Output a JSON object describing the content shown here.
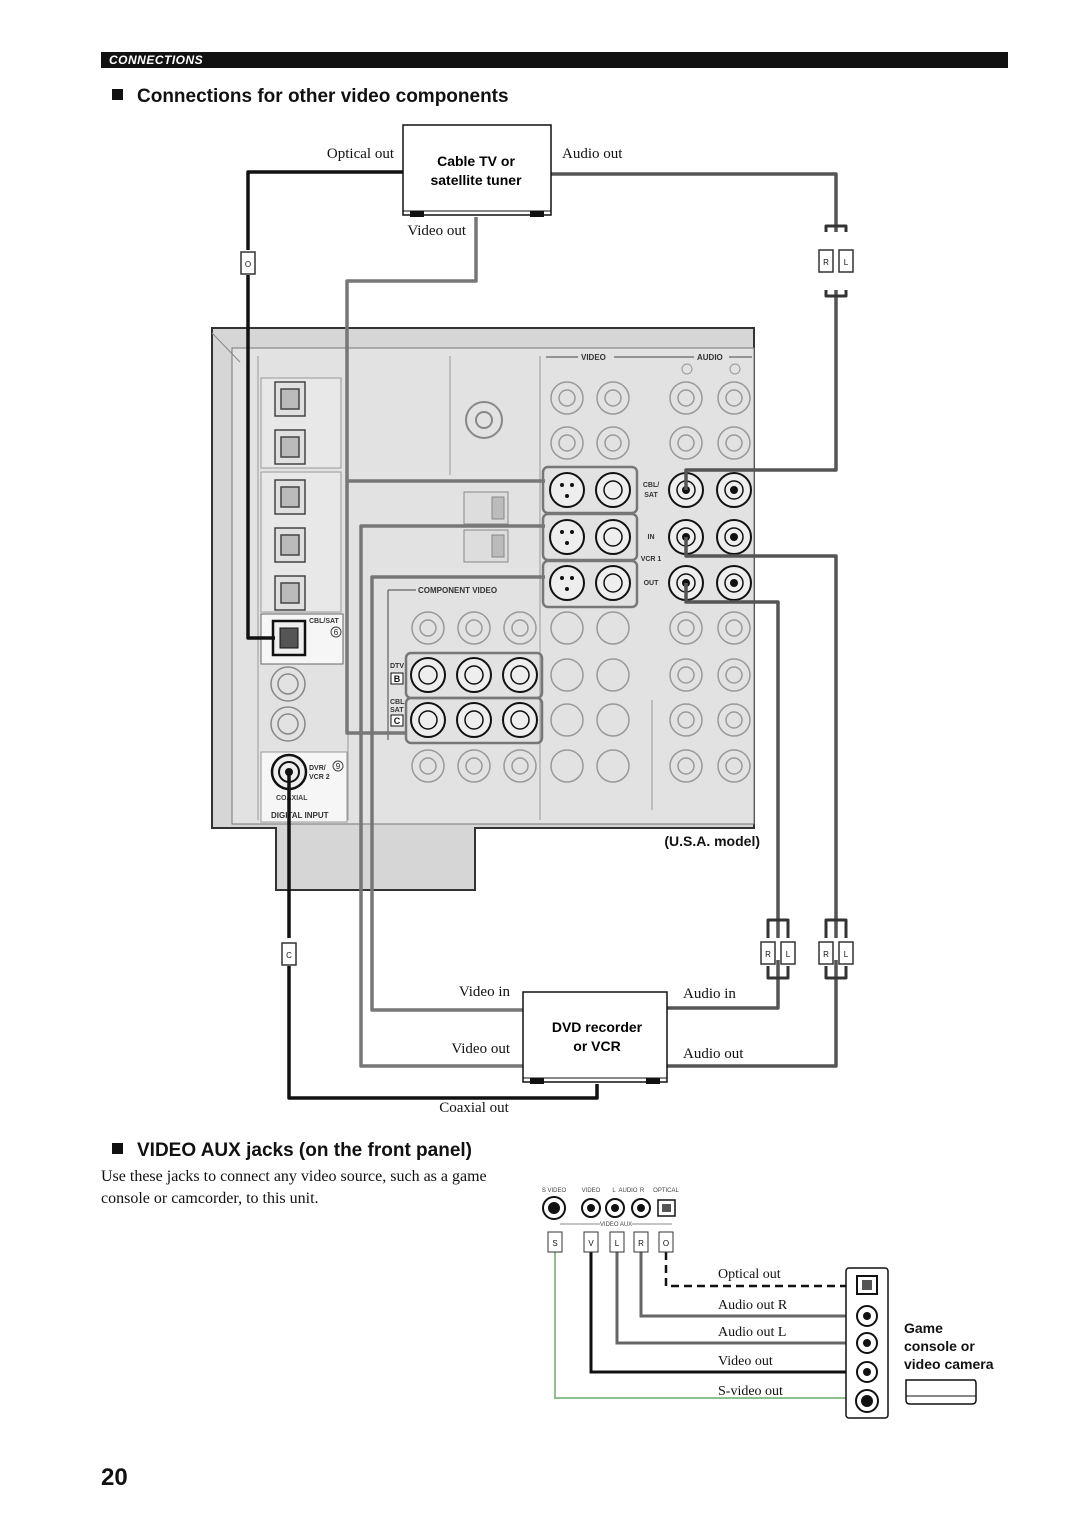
{
  "section_band": "CONNECTIONS",
  "heading_1": "Connections for other video components",
  "heading_2": "VIDEO AUX jacks (on the front panel)",
  "intro_text": "Use these jacks to connect any video source, such as a game console or camcorder, to this unit.",
  "page_number": "20",
  "top_diagram": {
    "device_top": {
      "line1": "Cable TV or",
      "line2": "satellite tuner"
    },
    "optical_out": "Optical out",
    "audio_out": "Audio out",
    "video_out": "Video out",
    "plug_O": "O",
    "plug_R": "R",
    "plug_L": "L",
    "plug_C": "C",
    "model_label": "(U.S.A. model)",
    "panel": {
      "video": "VIDEO",
      "audio": "AUDIO",
      "cbl_sat": "CBL/\nSAT",
      "cbl_sat_1": "CBL/",
      "cbl_sat_2": "SAT",
      "in": "IN",
      "vcr1": "VCR 1",
      "out": "OUT",
      "component_video": "COMPONENT VIDEO",
      "dtv": "DTV",
      "b": "B",
      "cbl_short_1": "CBL",
      "cbl_short_2": "SAT",
      "c": "C",
      "optical_cbl_sat": "CBL/SAT",
      "six": "6",
      "dvr_vcr2_1": "DVR/",
      "dvr_vcr2_2": "VCR 2",
      "nine": "9",
      "coaxial": "COAXIAL",
      "digital_input": "DIGITAL INPUT"
    },
    "device_bottom": {
      "line1": "DVD recorder",
      "line2": "or VCR"
    },
    "video_in": "Video in",
    "bottom_video_out": "Video out",
    "audio_in": "Audio in",
    "bottom_audio_out": "Audio out",
    "coaxial_out": "Coaxial out"
  },
  "aux_diagram": {
    "svideo": "S VIDEO",
    "video": "VIDEO",
    "l": "L",
    "audio": "AUDIO",
    "r": "R",
    "optical": "OPTICAL",
    "video_aux": "VIDEO AUX",
    "plug_S": "S",
    "plug_V": "V",
    "plug_L": "L",
    "plug_R": "R",
    "plug_O": "O",
    "optical_out": "Optical out",
    "audio_out_r": "Audio out R",
    "audio_out_l": "Audio out L",
    "video_out": "Video out",
    "svideo_out": "S-video out",
    "device": {
      "line1": "Game",
      "line2": "console or",
      "line3": "video camera"
    }
  }
}
